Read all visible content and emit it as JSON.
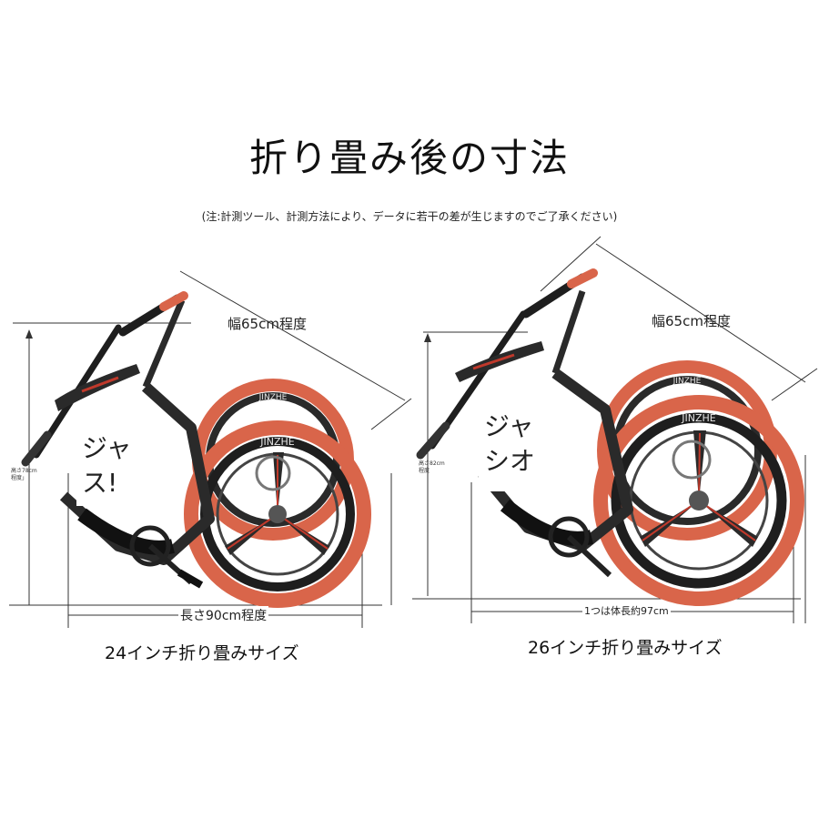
{
  "title": "折り畳み後の寸法",
  "note": "(注:計測ツール、計測方法により、データに若干の差が生じますのでご了承ください)",
  "colors": {
    "tire": "#d9654a",
    "frame": "#2a2a2a",
    "accent": "#c0392b"
  },
  "left": {
    "width_label": "幅65cm程度",
    "height_label_line1": "高さ78cm",
    "height_label_line2": "程度」",
    "length_label": "長さ90cm程度",
    "callout": "ジャ\nス!",
    "wheel_text": "JINZHE",
    "caption": "24インチ折り畳みサイズ"
  },
  "right": {
    "width_label": "幅65cm程度",
    "height_label_line1": "高さ82cm",
    "height_label_line2": "程度",
    "length_label": "1つは体長約97cm",
    "callout": "ジャ\nシオ",
    "wheel_text": "JINZHE",
    "caption": "26インチ折り畳みサイズ"
  }
}
